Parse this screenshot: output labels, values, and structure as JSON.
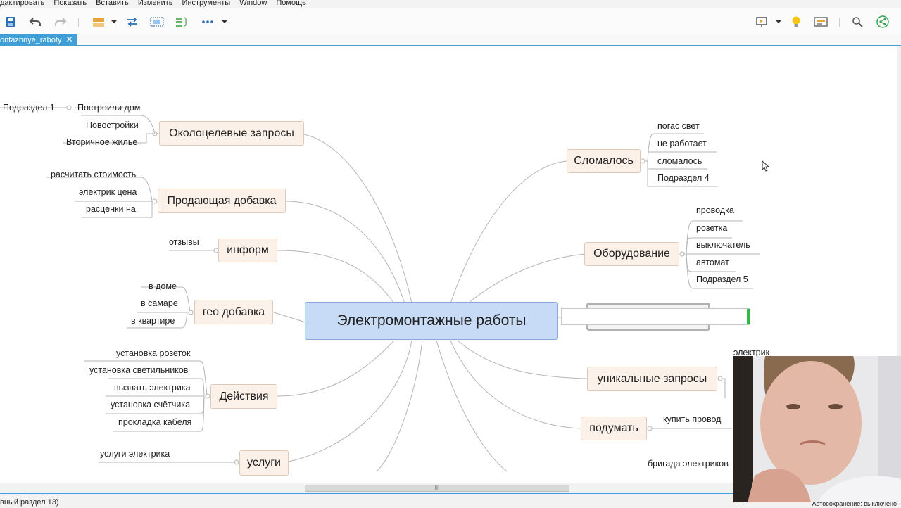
{
  "menu": [
    "дактировать",
    "Показать",
    "Вставить",
    "Изменить",
    "Инструменты",
    "Window",
    "Помощь"
  ],
  "toolbar": {
    "left_icons": [
      "save-icon",
      "undo-icon",
      "redo-icon",
      "insert-topic-icon",
      "dropdown-icon",
      "relationship-icon",
      "boundary-icon",
      "summary-icon",
      "more-icon",
      "dropdown-icon"
    ],
    "right_icons": [
      "presentation-icon",
      "dropdown-icon",
      "lightbulb-icon",
      "panel-icon",
      "search-icon",
      "share-icon"
    ]
  },
  "tab": {
    "label": "ontazhnye_raboty",
    "close": "✕"
  },
  "colors": {
    "accent": "#3fa0d8",
    "topic_bg": "#fcf1e9",
    "central_bg": "#c8dbf6",
    "line": "#b5b5b5",
    "caret": "#35b84a"
  },
  "mindmap": {
    "central": "Электромонтажные работы",
    "left": [
      {
        "title": "Околоцелевые запросы",
        "subtopics": [
          "Новостройки",
          "Вторичное жилье"
        ],
        "nested": {
          "label": "Подраздел 1",
          "child": "Построили дом"
        }
      },
      {
        "title": "Продающая добавка",
        "subtopics": [
          "расчитать стоимость",
          "электрик цена",
          "расценки на"
        ]
      },
      {
        "title": "информ",
        "subtopics": [
          "отзывы"
        ]
      },
      {
        "title": "гео добавка",
        "subtopics": [
          "в доме",
          "в самаре",
          "в квартире"
        ]
      },
      {
        "title": "Действия",
        "subtopics": [
          "установка розеток",
          "установка светильников",
          "вызвать электрика",
          "установка счётчика",
          "прокладка кабеля"
        ]
      },
      {
        "title": "услуги",
        "subtopics": [
          "услуги электрика"
        ]
      }
    ],
    "right": [
      {
        "title": "Сломалось",
        "subtopics": [
          "погас свет",
          "не работает",
          "сломалось",
          "Подраздел 4"
        ]
      },
      {
        "title": "Оборудование",
        "subtopics": [
          "проводка",
          "розетка",
          "выключатель",
          "автомат",
          "Подраздел 5"
        ]
      },
      {
        "title": "уникальные запросы",
        "subtopics": [
          "электрик"
        ]
      },
      {
        "title": "подумать",
        "subtopics": [
          "купить провод"
        ]
      },
      {
        "title": "",
        "subtopics": [
          "бригада электриков"
        ]
      }
    ]
  },
  "scrollbar": {
    "thumb_grip": "III"
  },
  "status": {
    "left": "вный раздел 13)",
    "right": "Автосохранение: выключено"
  }
}
